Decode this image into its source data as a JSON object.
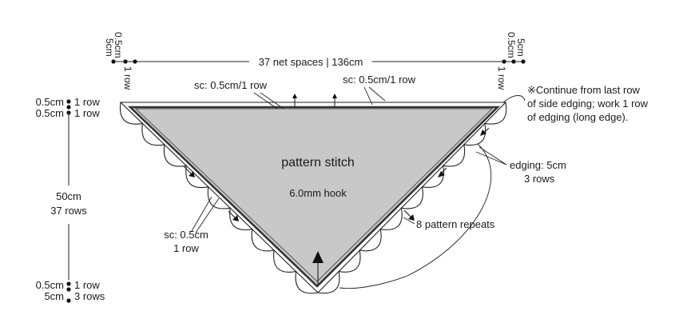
{
  "diagram": {
    "top": {
      "width_label": "37 net spaces | 136cm",
      "left_offsets": [
        "0.5cm",
        "5cm"
      ],
      "left_row_label": "1 row",
      "right_offsets": [
        "0.5cm",
        "5cm"
      ],
      "right_row_label": "1 row",
      "sc_left": "sc: 0.5cm/1 row",
      "sc_right": "sc: 0.5cm/1 row"
    },
    "left_side": {
      "top_rows": [
        {
          "cm": "0.5cm",
          "rows": "1 row"
        },
        {
          "cm": "0.5cm",
          "rows": "1 row"
        }
      ],
      "height_cm": "50cm",
      "height_rows": "37 rows",
      "bottom_rows": [
        {
          "cm": "0.5cm",
          "rows": "1 row"
        },
        {
          "cm": "5cm",
          "rows": "3 rows"
        }
      ]
    },
    "body": {
      "name": "pattern stitch",
      "hook": "6.0mm hook",
      "fill": "#c8c8c8"
    },
    "sc_bottom_left": [
      "sc: 0.5cm",
      "1 row"
    ],
    "edging": [
      "edging: 5cm",
      "3 rows"
    ],
    "repeats": "8 pattern repeats",
    "note": [
      "※Continue from last row",
      "of side edging; work 1 row",
      "of edging (long edge)."
    ]
  }
}
